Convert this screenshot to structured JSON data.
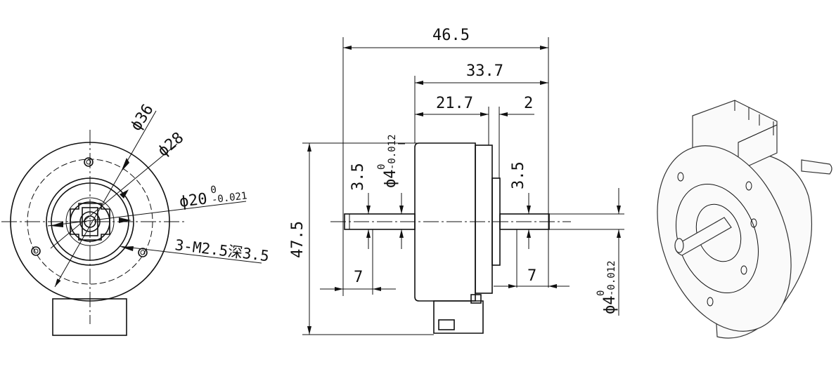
{
  "colors": {
    "line": "#111111",
    "background": "#ffffff"
  },
  "front_view": {
    "dia_outer": "ϕ36",
    "dia_bolt": "ϕ28",
    "dia_boss": "ϕ20",
    "dia_boss_upper": "0",
    "dia_boss_lower": "-0.021",
    "threads": "3-M2.5深3.5"
  },
  "side_view": {
    "overall_length": "46.5",
    "body_length": "33.7",
    "body_part": "21.7",
    "flange_thk": "2",
    "height": "47.5",
    "shaft_offset_left": "3.5",
    "shaft_offset_right": "3.5",
    "shaft_len_left": "7",
    "shaft_len_right": "7",
    "shaft_dia": "ϕ4",
    "shaft_dia_upper": "0",
    "shaft_dia_lower": "-0.012",
    "shaft_dia_2": "ϕ4",
    "shaft_dia_2_upper": "0",
    "shaft_dia_2_lower": "-0.012"
  }
}
